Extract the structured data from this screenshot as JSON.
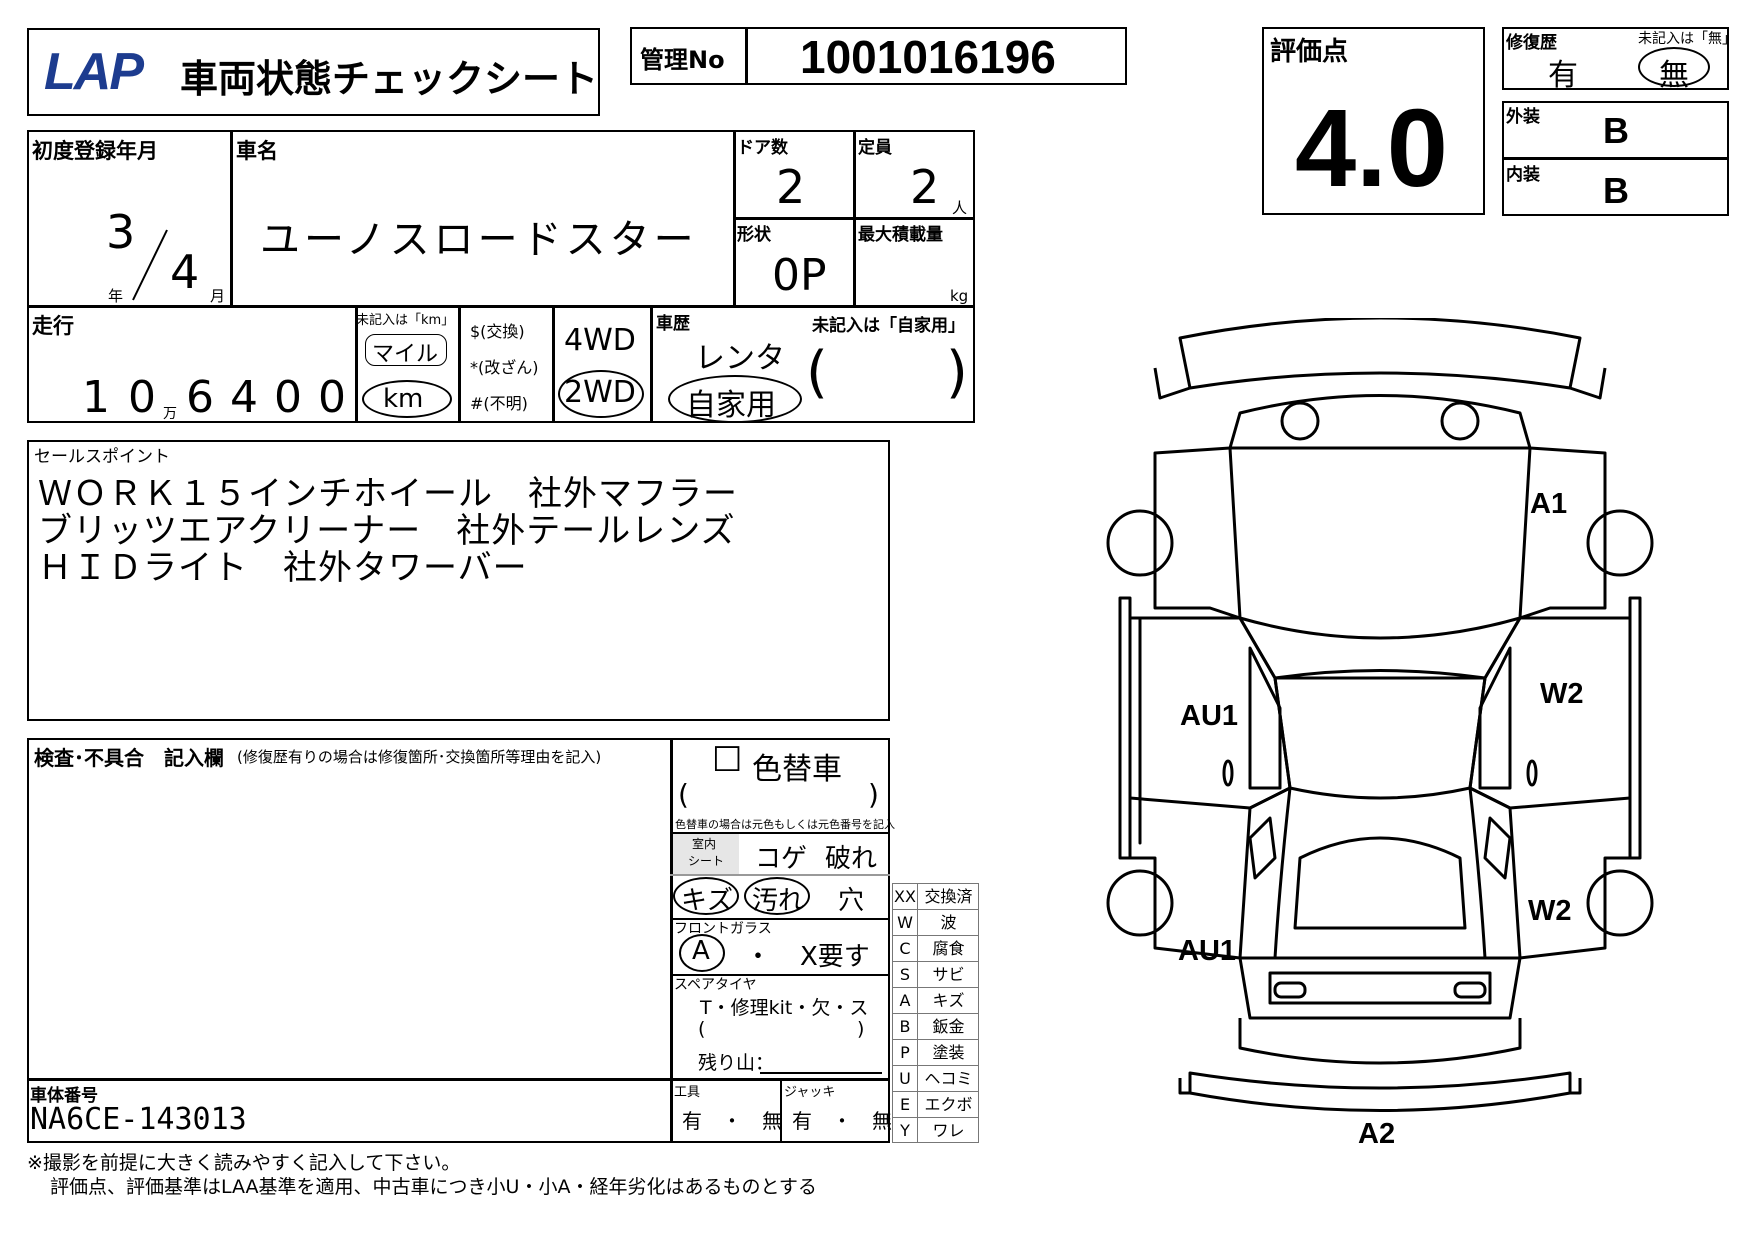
{
  "header": {
    "logo": "LAP",
    "title": "車両状態チェックシート",
    "mgmt_label": "管理No",
    "mgmt_no": "1001016196"
  },
  "score": {
    "label": "評価点",
    "value": "4.0"
  },
  "repair": {
    "label": "修復歴",
    "note": "未記入は「無」",
    "yes": "有",
    "no": "無"
  },
  "exterior": {
    "label": "外装",
    "grade": "B"
  },
  "interior": {
    "label": "内装",
    "grade": "B"
  },
  "registration": {
    "label": "初度登録年月",
    "year": "3",
    "year_unit": "年",
    "month": "4",
    "month_unit": "月"
  },
  "car_name": {
    "label": "車名",
    "value": "ユーノスロードスター"
  },
  "doors": {
    "label": "ドア数",
    "value": "2"
  },
  "capacity": {
    "label": "定員",
    "value": "2",
    "unit": "人"
  },
  "shape": {
    "label": "形状",
    "value": "0P"
  },
  "max_load": {
    "label": "最大積載量",
    "unit": "kg"
  },
  "mileage": {
    "label": "走行",
    "d1": "1",
    "d2": "0",
    "man": "万",
    "d3": "6",
    "d4": "4",
    "d5": "0",
    "d6": "0",
    "note": "未記入は「km」",
    "mile": "マイル",
    "km": "km",
    "s1": "$(交換)",
    "s2": "*(改ざん)",
    "s3": "#(不明)"
  },
  "drive": {
    "d4": "4WD",
    "d2": "2WD"
  },
  "history": {
    "label": "車歴",
    "note": "未記入は「自家用」",
    "rental": "レンタ",
    "private": "自家用",
    "paren_l": "(",
    "paren_r": ")"
  },
  "sales": {
    "label": "セールスポイント",
    "line1": "ＷＯＲＫ１５インチホイール　社外マフラー",
    "line2": "ブリッツエアクリーナー　社外テールレンズ",
    "line3": "ＨＩＤライト　社外タワーバー"
  },
  "inspection": {
    "label": "検査･不具合　記入欄",
    "note": "(修復歴有りの場合は修復箇所･交換箇所等理由を記入)"
  },
  "color": {
    "checkbox": "☐",
    "label": "色替車",
    "paren_l": "(",
    "paren_r": ")",
    "note": "色替車の場合は元色もしくは元色番号を記入"
  },
  "seat": {
    "label_a": "室内",
    "label_b": "シート",
    "koge": "コゲ",
    "yabure": "破れ",
    "kizu": "キズ",
    "yogore": "汚れ",
    "ana": "穴"
  },
  "glass": {
    "label": "フロントガラス",
    "a": "A",
    "dot": "・",
    "x": "X要す"
  },
  "spare": {
    "label": "スペアタイヤ",
    "options": "T・修理kit・欠・ス",
    "paren_l": "(",
    "paren_r": ")",
    "remaining": "残り山："
  },
  "chassis": {
    "label": "車体番号",
    "value": "NA6CE-143013"
  },
  "tools": {
    "label": "工具",
    "value": "有　・　無"
  },
  "jack": {
    "label": "ジャッキ",
    "value": "有　・　無"
  },
  "legend": [
    {
      "code": "XX",
      "name": "交換済"
    },
    {
      "code": "W",
      "name": "波"
    },
    {
      "code": "C",
      "name": "腐食"
    },
    {
      "code": "S",
      "name": "サビ"
    },
    {
      "code": "A",
      "name": "キズ"
    },
    {
      "code": "B",
      "name": "鈑金"
    },
    {
      "code": "P",
      "name": "塗装"
    },
    {
      "code": "U",
      "name": "ヘコミ"
    },
    {
      "code": "E",
      "name": "エクボ"
    },
    {
      "code": "Y",
      "name": "ワレ"
    }
  ],
  "marks": {
    "a1": "A1",
    "au1_door": "AU1",
    "w2_door": "W2",
    "w2_rear": "W2",
    "au1_rear": "AU1",
    "a2": "A2"
  },
  "footer": {
    "line1": "※撮影を前提に大きく読みやすく記入して下さい。",
    "line2": "評価点、評価基準はLAA基準を適用、中古車につき小U・小A・経年劣化はあるものとする"
  }
}
